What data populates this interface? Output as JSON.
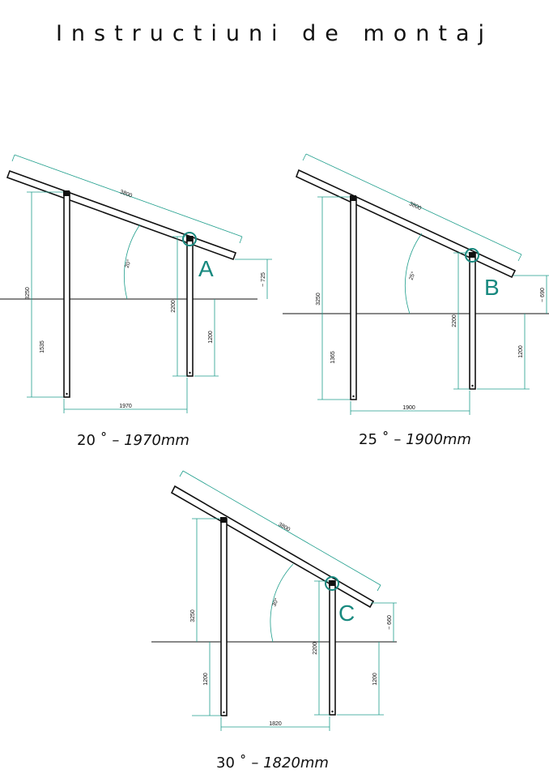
{
  "title": "Instructiuni de montaj",
  "colors": {
    "dimension": "#1f9e8c",
    "label": "#18897f",
    "structure": "#111111"
  },
  "diagrams": [
    {
      "angle_label": "20°",
      "beam_length": "3800",
      "front_post_height": "3250",
      "front_post_embed": "1535",
      "rear_post_height": "2200",
      "rear_post_embed": "1200",
      "overhang": "~ 725",
      "post_spacing": "1970",
      "connection_label": "A",
      "caption_angle": "20 ˚ –",
      "caption_length": "1970mm"
    },
    {
      "angle_label": "25°",
      "beam_length": "3800",
      "front_post_height": "3250",
      "front_post_embed": "1365",
      "rear_post_height": "2200",
      "rear_post_embed": "1200",
      "overhang": "~ 690",
      "post_spacing": "1900",
      "connection_label": "B",
      "caption_angle": "25 ˚ –",
      "caption_length": "1900mm"
    },
    {
      "angle_label": "30°",
      "beam_length": "3800",
      "front_post_height": "3250",
      "front_post_embed": "1200",
      "rear_post_height": "2200",
      "rear_post_embed": "1200",
      "overhang": "~ 660",
      "post_spacing": "1820",
      "connection_label": "C",
      "caption_angle": "30 ˚ –",
      "caption_length": "1820mm"
    }
  ]
}
